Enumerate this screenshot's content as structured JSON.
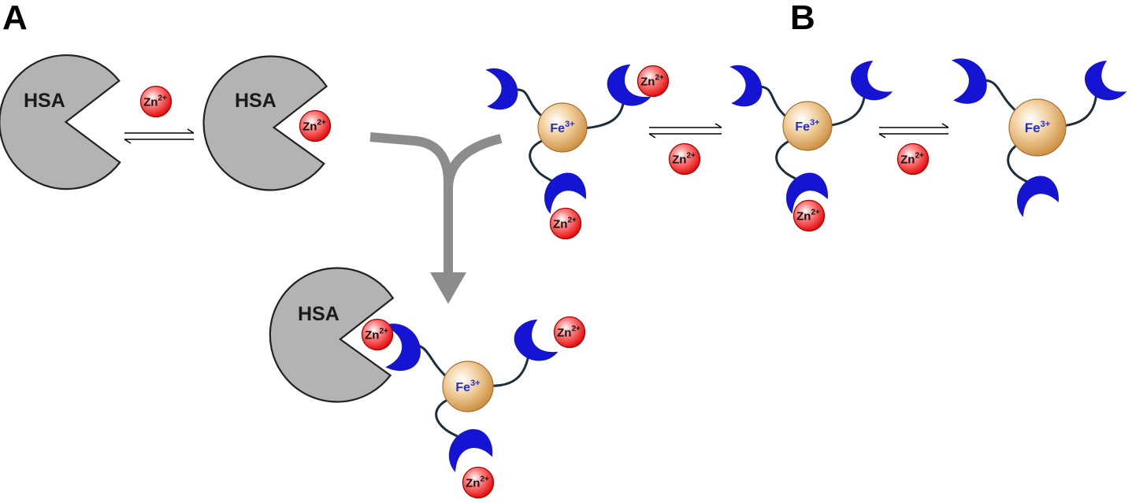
{
  "panels": {
    "a": "A",
    "b": "B"
  },
  "labels": {
    "protein": "HSA",
    "zinc": "Zn",
    "zinc_charge": "2+",
    "iron": "Fe",
    "iron_charge": "3+"
  },
  "colors": {
    "protein_fill": "#b3b3b3",
    "chelator_unit": "#1414d2",
    "zinc_ion": "#e60000",
    "iron_core": "#d9a45a",
    "linker": "#1c2e3a",
    "pathway_arrow": "#8c8c8c",
    "iron_text": "#1f2fd6"
  },
  "icons": [
    "protein-pacman-icon",
    "zinc-ion-icon",
    "iron-core-icon",
    "chelator-arm-icon",
    "equilibrium-arrows-icon",
    "pathway-arrow-icon"
  ]
}
